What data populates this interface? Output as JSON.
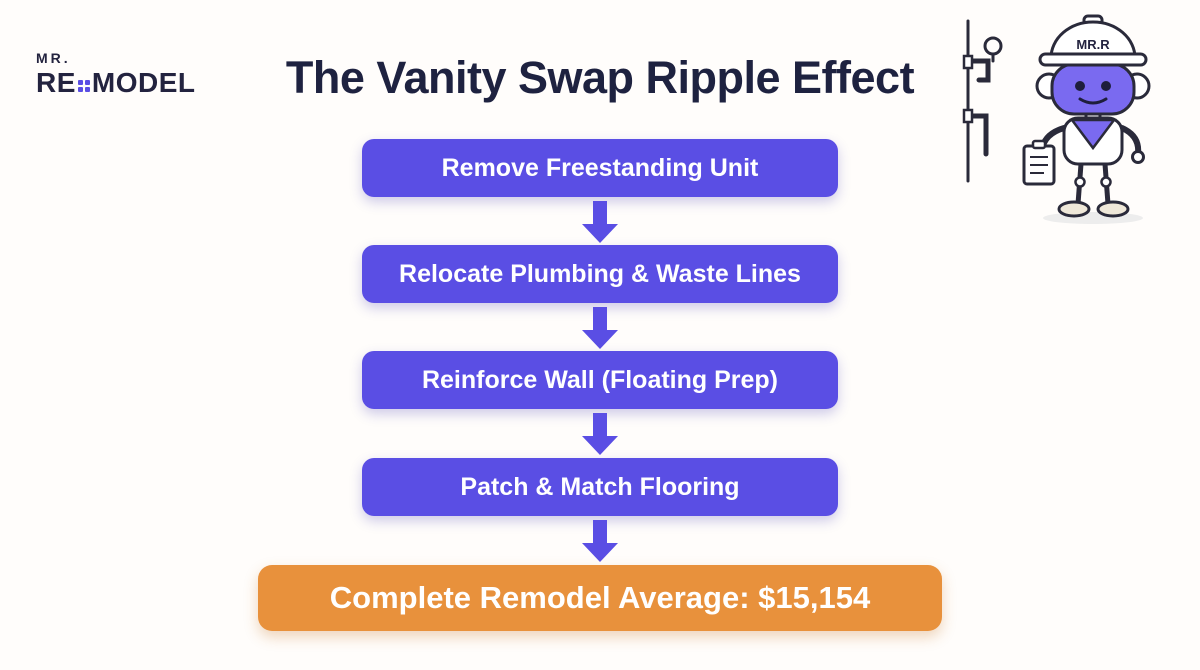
{
  "title": "The Vanity Swap Ripple Effect",
  "logo": {
    "line1": "MR.",
    "line2_left": "RE",
    "line2_right": "MODEL"
  },
  "mascot": {
    "hat_label": "MR.R"
  },
  "flow": {
    "steps": [
      {
        "label": "Remove Freestanding Unit"
      },
      {
        "label": "Relocate Plumbing & Waste Lines"
      },
      {
        "label": "Reinforce Wall (Floating Prep)"
      },
      {
        "label": "Patch & Match Flooring"
      }
    ],
    "result_label": "Complete Remodel Average: $15,154"
  },
  "colors": {
    "step_bg": "#5a4ee4",
    "result_bg": "#e8913c",
    "title_text": "#1e2240",
    "step_text": "#ffffff",
    "mascot_face": "#7a6af0"
  }
}
